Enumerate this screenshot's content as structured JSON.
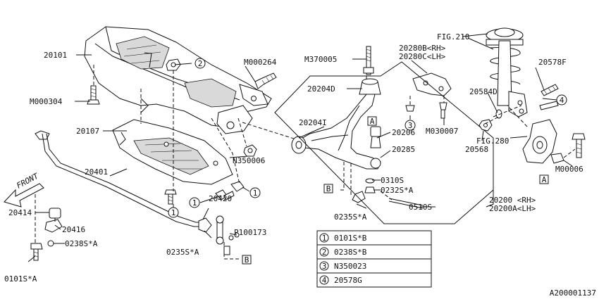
{
  "labels": {
    "p20101": "20101",
    "m000304": "M000304",
    "m000264": "M000264",
    "m370005": "M370005",
    "p20280rh": "20280B<RH>",
    "p20280lh": "20280C<LH>",
    "fig210": "FIG.210",
    "p20578f": "20578F",
    "p20204d": "20204D",
    "p20204i": "20204I",
    "p20206": "20206",
    "p20285": "20285",
    "m030007": "M030007",
    "p20584d": "20584D",
    "p20568": "20568",
    "fig280": "FIG.280",
    "m00006": "M00006",
    "p20107": "20107",
    "n350006": "N350006",
    "p20401": "20401",
    "p0310s": "0310S",
    "p0232sa": "0232S*A",
    "p0510s": "0510S",
    "p0235sa_mid": "0235S*A",
    "p20200rh": "20200 <RH>",
    "p20200lh": "20200A<LH>",
    "p20414": "20414",
    "p20416": "20416",
    "p0238sa": "0238S*A",
    "p0101sa": "0101S*A",
    "p20420": "20420",
    "p100173": "P100173",
    "p0235sa_low": "0235S*A",
    "front": "FRONT",
    "ref_a": "A",
    "ref_b": "B",
    "diagram_code": "A200001137"
  },
  "callouts": [
    "1",
    "2",
    "3",
    "4"
  ],
  "legend": [
    {
      "num": "1",
      "part": "0101S*B"
    },
    {
      "num": "2",
      "part": "0238S*B"
    },
    {
      "num": "3",
      "part": "N350023"
    },
    {
      "num": "4",
      "part": "20578G"
    }
  ]
}
